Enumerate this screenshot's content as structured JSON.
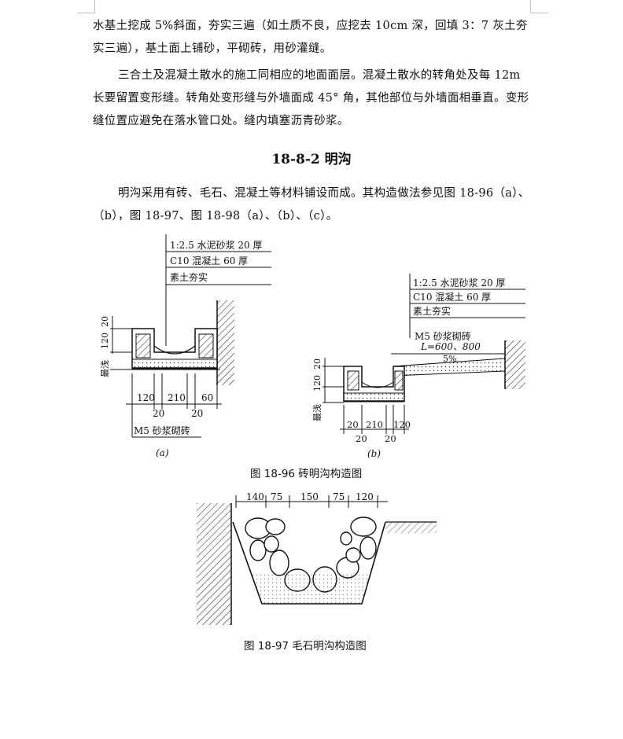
{
  "paragraphs": {
    "p1": "水基土挖成 5%斜面，夯实三遍（如土质不良，应挖去 10cm 深，回填 3：7 灰土夯实三遍），基土面上铺砂，平砌砖，用砂灌缝。",
    "p2": "三合土及混凝土散水的施工同相应的地面面层。混凝土散水的转角处及每 12m 长要留置变形缝。转角处变形缝与外墙面成 45° 角，其他部位与外墙面相垂直。变形缝位置应避免在落水管口处。缝内填塞沥青砂浆。",
    "p3": "明沟采用有砖、毛石、混凝土等材料铺设而成。其构造做法参见图 18-96（a）、（b），图 18-97、图 18-98（a）、（b）、（c）。"
  },
  "heading": "18-8-2  明沟",
  "figure_96": {
    "caption": "图 18-96  砖明沟构造图",
    "a": {
      "layers": [
        "1:2.5 水泥砂浆 20 厚",
        "C10 混凝土 60 厚",
        "素土夯实"
      ],
      "dim_left_top": "20",
      "dim_left_mid": "120",
      "dim_left_text": "最浅",
      "dims_bottom": [
        "120",
        "210",
        "60"
      ],
      "dims_bottom2": [
        "20",
        "20"
      ],
      "note": "M5 砂浆砌砖",
      "label": "(a)"
    },
    "b": {
      "layers": [
        "1:2.5 水泥砂浆 20 厚",
        "C10 混凝土 60 厚",
        "素土夯实"
      ],
      "note": "M5 砂浆砌砖",
      "length": "L=600、800",
      "slope": "5%",
      "dim_left_top": "20",
      "dim_left_mid": "120",
      "dim_left_text": "最浅",
      "dims_bottom": [
        "20",
        "210",
        "120"
      ],
      "dims_bottom2": [
        "20",
        "20"
      ],
      "label": "(b)"
    }
  },
  "figure_97": {
    "caption": "图 18-97  毛石明沟构造图",
    "dims": [
      "140",
      "75",
      "150",
      "75",
      "120"
    ]
  }
}
